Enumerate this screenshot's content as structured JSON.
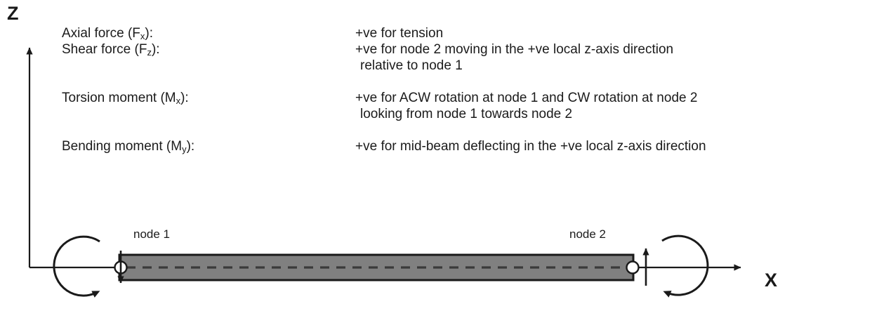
{
  "axes": {
    "z_label": "Z",
    "x_label": "X"
  },
  "legend": {
    "rows": [
      {
        "term": "Axial force (F",
        "term_sub": "x",
        "term_tail": "):",
        "desc": "+ve for tension",
        "cont": ""
      },
      {
        "term": "Shear force (F",
        "term_sub": "z",
        "term_tail": "):",
        "desc": "+ve for node 2 moving in the +ve local z-axis direction",
        "cont": "relative to node 1"
      },
      {
        "term": "Torsion moment (M",
        "term_sub": "x",
        "term_tail": "):",
        "desc": "+ve for ACW rotation at node 1 and CW rotation at node 2",
        "cont": "looking from node 1 towards node 2"
      },
      {
        "term": "Bending moment (M",
        "term_sub": "y",
        "term_tail": "):",
        "desc": "+ve for mid-beam deflecting in the +ve local z-axis direction",
        "cont": ""
      }
    ]
  },
  "diagram": {
    "node1_label": "node 1",
    "node2_label": "node 2",
    "beam_fill": "#808080",
    "beam_stroke": "#1a1a1a",
    "line_color": "#1a1a1a",
    "node_marker_fill": "#ffffff"
  }
}
